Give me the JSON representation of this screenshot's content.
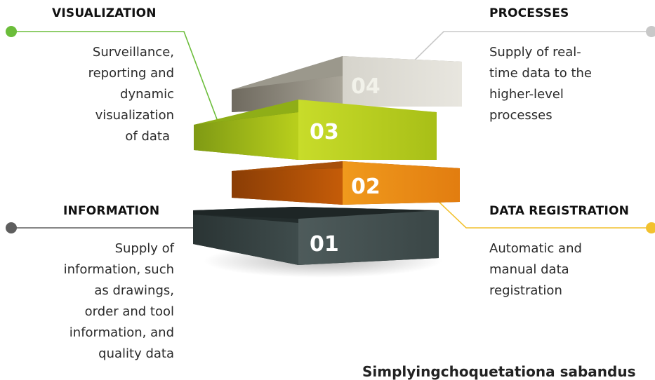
{
  "sections": {
    "visualization": {
      "title": "VISUALIZATION",
      "lines": [
        "Surveillance,",
        "reporting and",
        "dynamic",
        "visualization",
        "of data"
      ],
      "color": "#5fb72f"
    },
    "processes": {
      "title": "PROCESSES",
      "lines": [
        "Supply of real-",
        "time data to the",
        "higher-level",
        "processes"
      ],
      "color": "#c4c4c4"
    },
    "information": {
      "title": "INFORMATION",
      "lines": [
        "Supply of",
        "information, such",
        "as drawings,",
        "order and tool",
        "information, and",
        "quality data"
      ],
      "color": "#555555"
    },
    "data_registration": {
      "title": "DATA REGISTRATION",
      "lines": [
        "Automatic and",
        "manual data",
        "registration"
      ],
      "color": "#f2c12e"
    }
  },
  "layers": [
    {
      "number": "01",
      "color": "#3c4747"
    },
    {
      "number": "02",
      "color": "#e58a12"
    },
    {
      "number": "03",
      "color": "#b6c81a"
    },
    {
      "number": "04",
      "color": "#b9b6ab"
    }
  ],
  "footer_text": "Simplyingchoquetationa sabandus"
}
